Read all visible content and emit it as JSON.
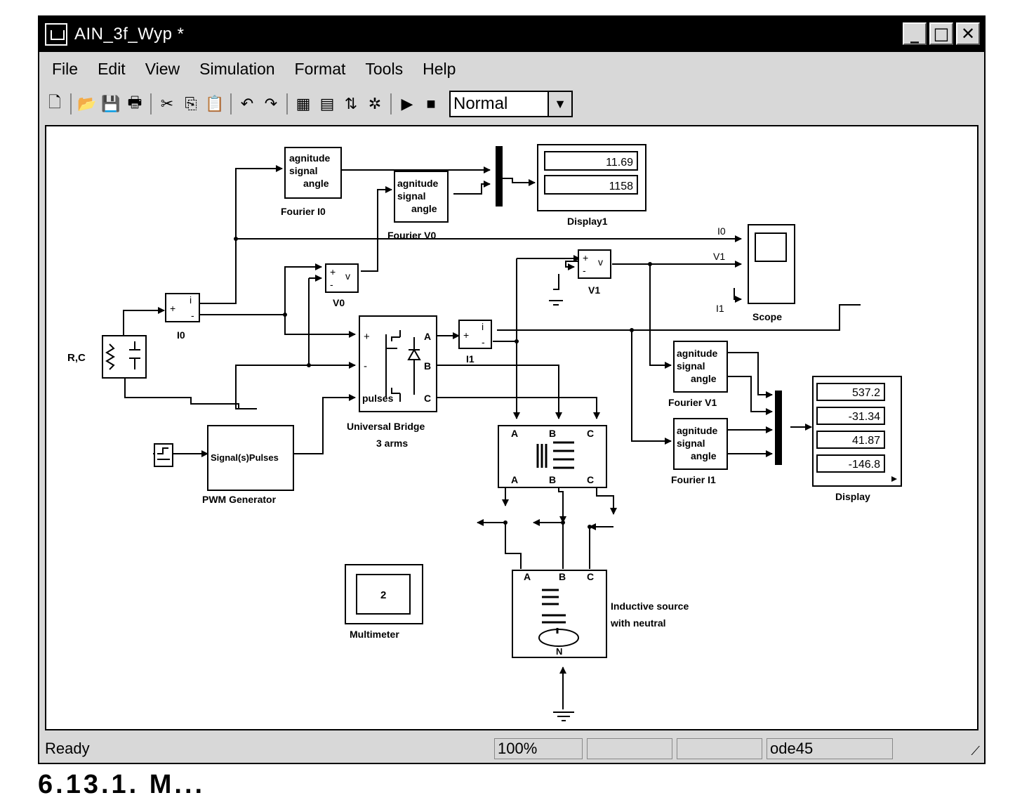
{
  "window": {
    "title": "AIN_3f_Wyp *"
  },
  "window_buttons": [
    "_",
    "□",
    "✕"
  ],
  "menu": [
    "File",
    "Edit",
    "View",
    "Simulation",
    "Format",
    "Tools",
    "Help"
  ],
  "toolbar": {
    "sim_mode": "Normal"
  },
  "blocks": {
    "fourier_i0": {
      "l1": "agnitude",
      "l2": "signal",
      "l3": "angle",
      "name": "Fourier I0"
    },
    "fourier_v0": {
      "l1": "agnitude",
      "l2": "signal",
      "l3": "angle",
      "name": "Fourier V0"
    },
    "fourier_v1": {
      "l1": "agnitude",
      "l2": "signal",
      "l3": "angle",
      "name": "Fourier V1"
    },
    "fourier_i1": {
      "l1": "agnitude",
      "l2": "signal",
      "l3": "angle",
      "name": "Fourier I1"
    },
    "display1": {
      "values": [
        "11.69",
        "1158"
      ],
      "name": "Display1"
    },
    "display": {
      "values": [
        "537.2",
        "-31.34",
        "41.87",
        "-146.8"
      ],
      "name": "Display"
    },
    "scope": {
      "name": "Scope",
      "in1": "I0",
      "in2": "V1",
      "in3": "I1"
    },
    "rc": {
      "name": "R,C"
    },
    "i0": {
      "name": "I0",
      "plus": "+",
      "sym": "i",
      "minus": "-"
    },
    "v0": {
      "name": "V0",
      "plus": "+",
      "sym": "v",
      "minus": "-"
    },
    "v1": {
      "name": "V1",
      "plus": "+",
      "sym": "v",
      "minus": "-"
    },
    "i1": {
      "name": "I1",
      "plus": "+",
      "sym": "i",
      "minus": "-"
    },
    "bridge": {
      "name1": "Universal Bridge",
      "name2": "3 arms",
      "p_plus": "+",
      "p_minus": "-",
      "p_pulses": "pulses",
      "a": "A",
      "b": "B",
      "c": "C"
    },
    "pwm": {
      "name": "PWM Generator",
      "label": "Signal(s)Pulses"
    },
    "transformer": {
      "a": "A",
      "b": "B",
      "c": "C"
    },
    "multimeter": {
      "name": "Multimeter",
      "value": "2"
    },
    "source": {
      "name1": "Inductive source",
      "name2": "with neutral",
      "a": "A",
      "b": "B",
      "c": "C",
      "n": "N"
    }
  },
  "status": {
    "ready": "Ready",
    "zoom": "100%",
    "solver": "ode45"
  },
  "caption": "6.13.1. M..."
}
